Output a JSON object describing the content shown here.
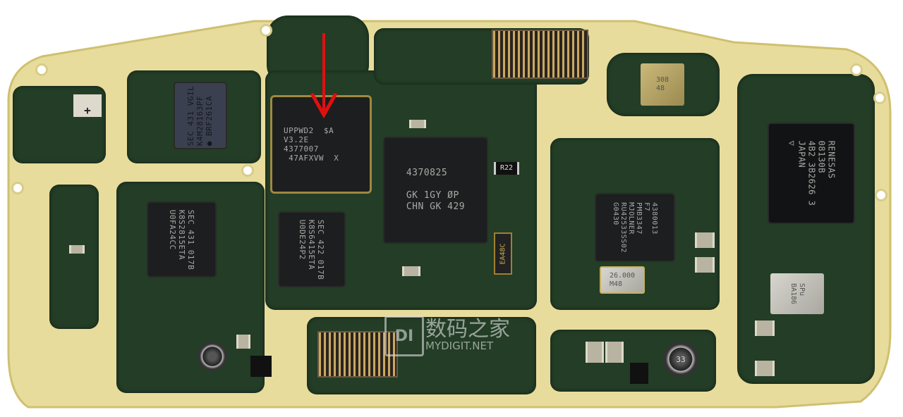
{
  "board": {
    "colors": {
      "substrate": "#e8dc9c",
      "solder_mask": "#233d26",
      "chip": "#1c1e1f",
      "arrow": "#e01010"
    },
    "annotation_arrow": {
      "icon": "arrow-down-icon",
      "color": "#e01010"
    },
    "chips": {
      "ram_top_left": "SEC 431 VGIL\nK4M28163PF\n● BRF261CA",
      "flash_left": "SEC 431 017B\nK8S2815ETA\nU0FA24CC",
      "processor_arrowed": "UPPWD2  $A\nV3.2E\n4377007\n 47AFXVW  X",
      "baseband": "4370825\n\nGK 1GY ØP\nCHN GK 429",
      "flash_center": "SEC 422 017B\nK8S6415ETA\nU0DE24P2",
      "power_ic": "4380013\nF7\nPMB3347\nMJOLNER\nRU42533SS02\nG0430",
      "renesas": "RENESAS\n08130B\n4B2 3B2626 3\nJAPAN\n▽",
      "spu": "SPu\nBA186",
      "crystal": "26.000\nM48",
      "small_module": "308\n48",
      "resistor_r22": "R22",
      "label_ea48c": "EA48C",
      "inductor_33": "33",
      "plus_pad": "+"
    }
  },
  "watermark": {
    "logo": "DI",
    "chinese": "数码之家",
    "english": "MYDIGIT.NET"
  }
}
